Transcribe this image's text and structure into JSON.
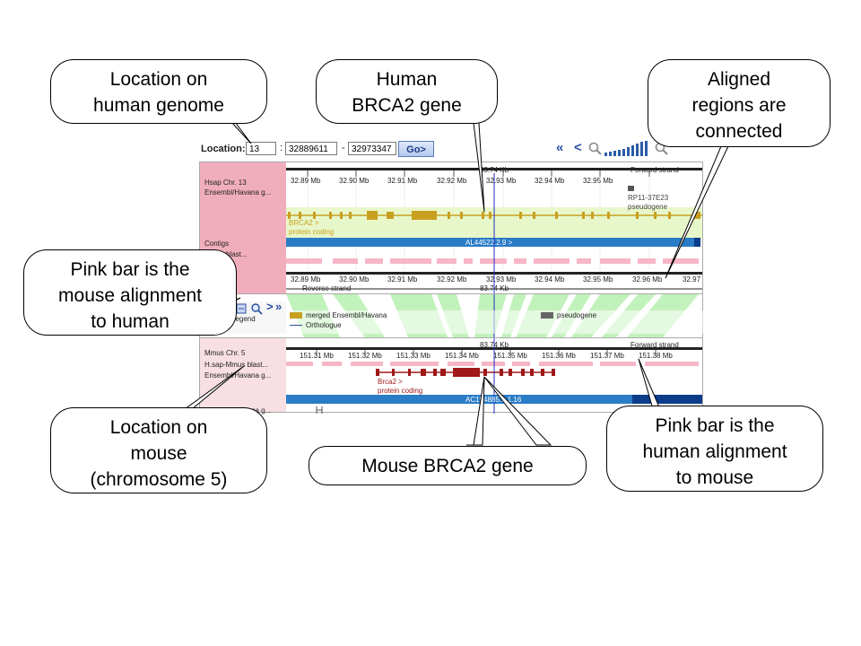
{
  "toolbar": {
    "location_label": "Location:",
    "chromosome": "13",
    "start": "32889611",
    "end": "32973347",
    "go_label": "Go>",
    "nav_first": "«",
    "nav_prev": "<"
  },
  "human_panel": {
    "species_label": "Hsap Chr. 13",
    "annotation_label": "Ensembl/Havana g...",
    "contigs_label": "Contigs",
    "blast_label": "Mmus blast...",
    "span_top": "83.74 Kb",
    "strand_top": "Forward strand",
    "span_bottom": "83.74 Kb",
    "strand_bottom": "Reverse strand",
    "ticks_top": [
      "32.89 Mb",
      "32.90 Mb",
      "32.91 Mb",
      "32.92 Mb",
      "32.93 Mb",
      "32.94 Mb",
      "32.95 Mb"
    ],
    "ticks_bottom": [
      "32.89 Mb",
      "32.90 Mb",
      "32.91 Mb",
      "32.92 Mb",
      "32.93 Mb",
      "32.94 Mb",
      "32.95 Mb",
      "32.96 Mb",
      "32.97"
    ],
    "gene_name": "BRCA2 >",
    "gene_type": "protein coding",
    "contig_name": "AL44522.2.9 >",
    "pseudogene_id": "RP11-37E23",
    "pseudogene_label": "pseudogene"
  },
  "legend": {
    "legend_label": "Legend",
    "merged_label": "merged Ensembl/Havana",
    "orthologue_label": "Orthologue",
    "pseudogene_label": "pseudogene",
    "nav_next": ">",
    "nav_last": "»"
  },
  "mouse_panel": {
    "species_label": "Mmus Chr. 5",
    "blast_label": "H.sap-Mmus blast...",
    "annotation_label": "Ensembl/Havana g...",
    "annotation_label_bottom": "Ensembl/Havana g...",
    "span": "83.74 Kb",
    "strand": "Forward strand",
    "ticks": [
      "151.31 Mb",
      "151.32 Mb",
      "151.33 Mb",
      "151.34 Mb",
      "151.35 Mb",
      "151.36 Mb",
      "151.37 Mb",
      "151.38 Mb"
    ],
    "gene_name": "Brca2 >",
    "gene_type": "protein coding",
    "contig_name": "AC154885.9.1.16"
  },
  "callouts": {
    "location_human": [
      "Location on",
      "human genome"
    ],
    "human_gene": [
      "Human",
      "BRCA2 gene"
    ],
    "aligned": [
      "Aligned",
      "regions are",
      "connected"
    ],
    "pink_human": [
      "Pink bar is the",
      "mouse alignment",
      "to human"
    ],
    "location_mouse": [
      "Location on",
      "mouse",
      "(chromosome 5)"
    ],
    "mouse_gene": [
      "Mouse BRCA2 gene"
    ],
    "pink_mouse": [
      "Pink bar is the",
      "human alignment",
      "to mouse"
    ]
  },
  "colors": {
    "pink_sidebar": "#f0aebc",
    "gene_gold": "#c8a020",
    "contig_blue": "#2a7cc7",
    "mouse_gene_red": "#a01818",
    "alignment_green": "#b8f0b0",
    "blast_pink": "#f6b6c6"
  },
  "icons": [
    "double-left-arrow-icon",
    "left-arrow-icon",
    "zoom-icon",
    "zoom-level-bars-icon",
    "blue-box-icon",
    "right-arrow-icon",
    "double-right-arrow-icon"
  ]
}
